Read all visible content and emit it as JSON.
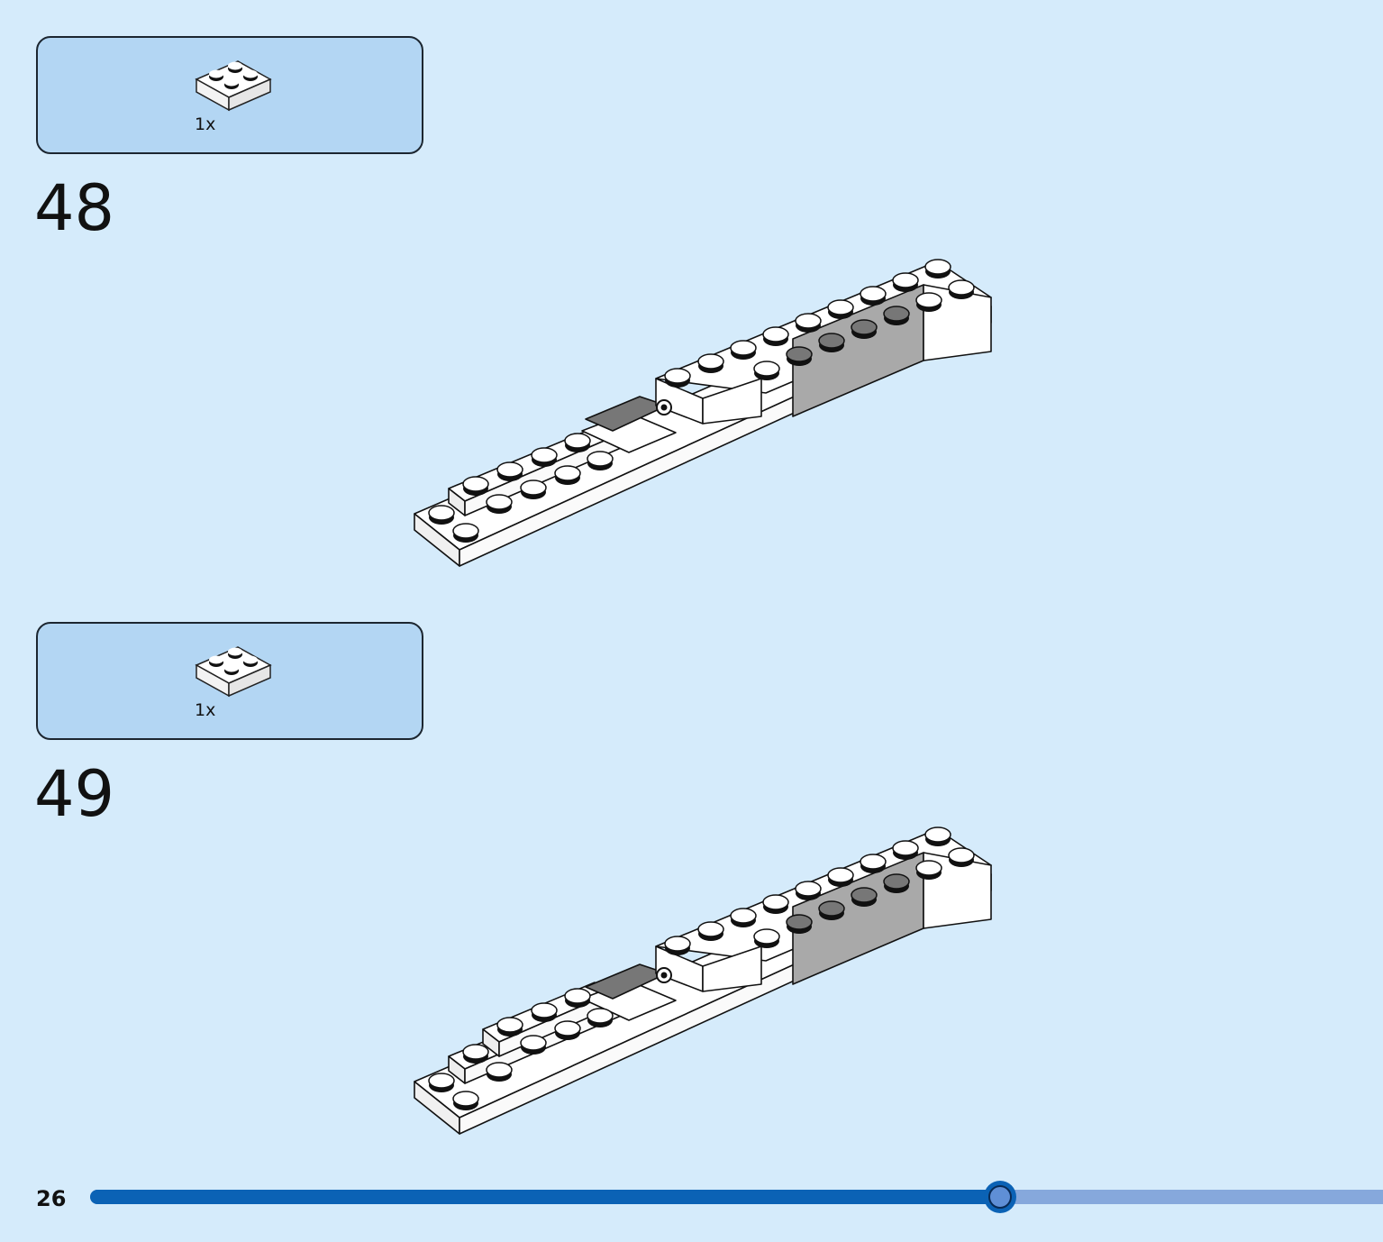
{
  "steps": [
    {
      "number": "48",
      "parts_qty": "1x",
      "part_name": "plate-2x2-white-icon"
    },
    {
      "number": "49",
      "parts_qty": "1x",
      "part_name": "plate-2x2-white-icon"
    }
  ],
  "footer": {
    "page_number": "26",
    "progress": 0.704
  },
  "colors": {
    "background": "#d5ebfb",
    "parts_box": "#b3d6f3",
    "progress_fill": "#0b62b5",
    "progress_rest": "#86a8dc",
    "brick_white": "#ffffff",
    "brick_grey": "#a9a9a9"
  }
}
